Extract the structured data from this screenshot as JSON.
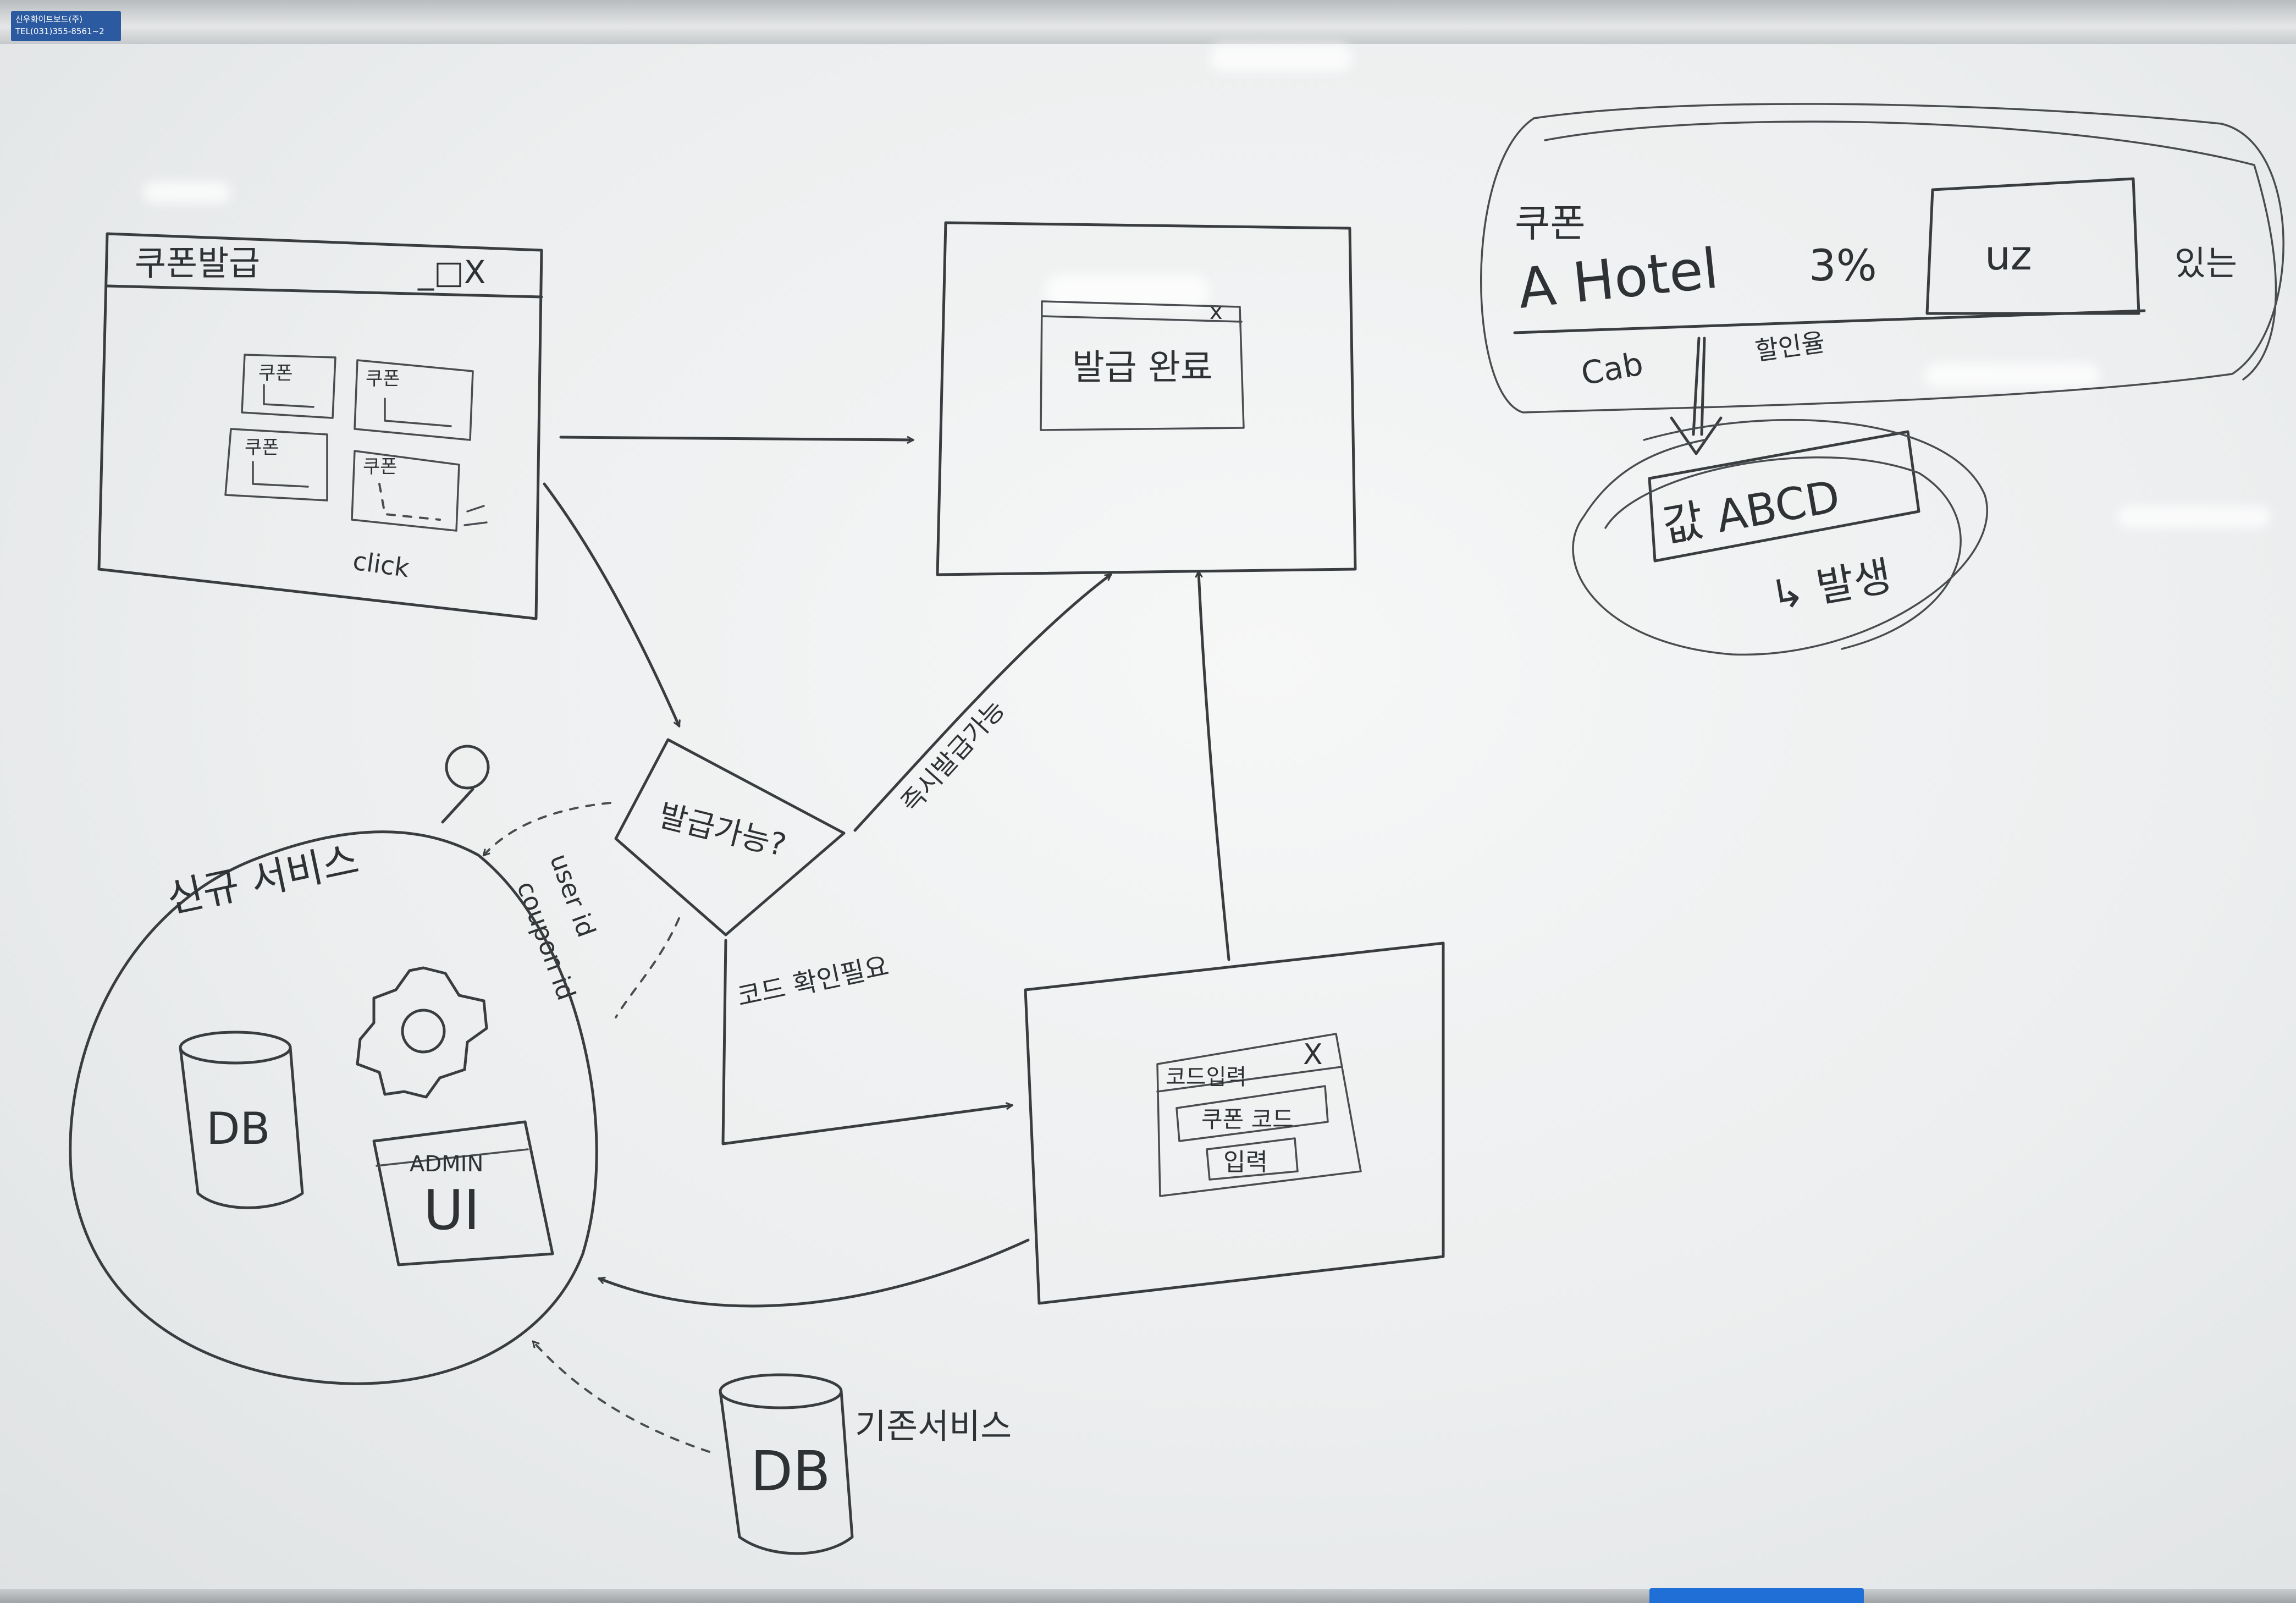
{
  "board": {
    "sticker_line1": "신우화이트보드(주)",
    "sticker_line2": "TEL(031)355-8561~2"
  },
  "coupon_window": {
    "title": "쿠폰발급",
    "controls": "_□X",
    "coupon_label": "쿠폰",
    "click_label": "click"
  },
  "complete_window": {
    "dialog_close": "x",
    "dialog_text": "발급 완료"
  },
  "decision": {
    "text": "발급가능?",
    "yes_label": "즉시발급가능",
    "no_label": "코드 확인필요"
  },
  "new_service": {
    "title": "신규 서비스",
    "db_label": "DB",
    "admin_label": "ADMIN",
    "ui_label": "UI",
    "params_user": "user id",
    "params_coupon": "coupon id"
  },
  "code_window": {
    "dialog_title": "코드입력",
    "dialog_close": "X",
    "field_label": "쿠폰 코드",
    "button_label": "입력"
  },
  "legacy": {
    "db_label": "DB",
    "label": "기존서비스"
  },
  "coupon_note": {
    "heading": "쿠폰",
    "hotel": "A Hotel",
    "percent": "3%",
    "box_text": "uz",
    "side_text": "있는",
    "tab_text": "Cab",
    "sub_text": "할인율",
    "value_text": "값 ABCD",
    "issue_text": "↳ 발생"
  }
}
